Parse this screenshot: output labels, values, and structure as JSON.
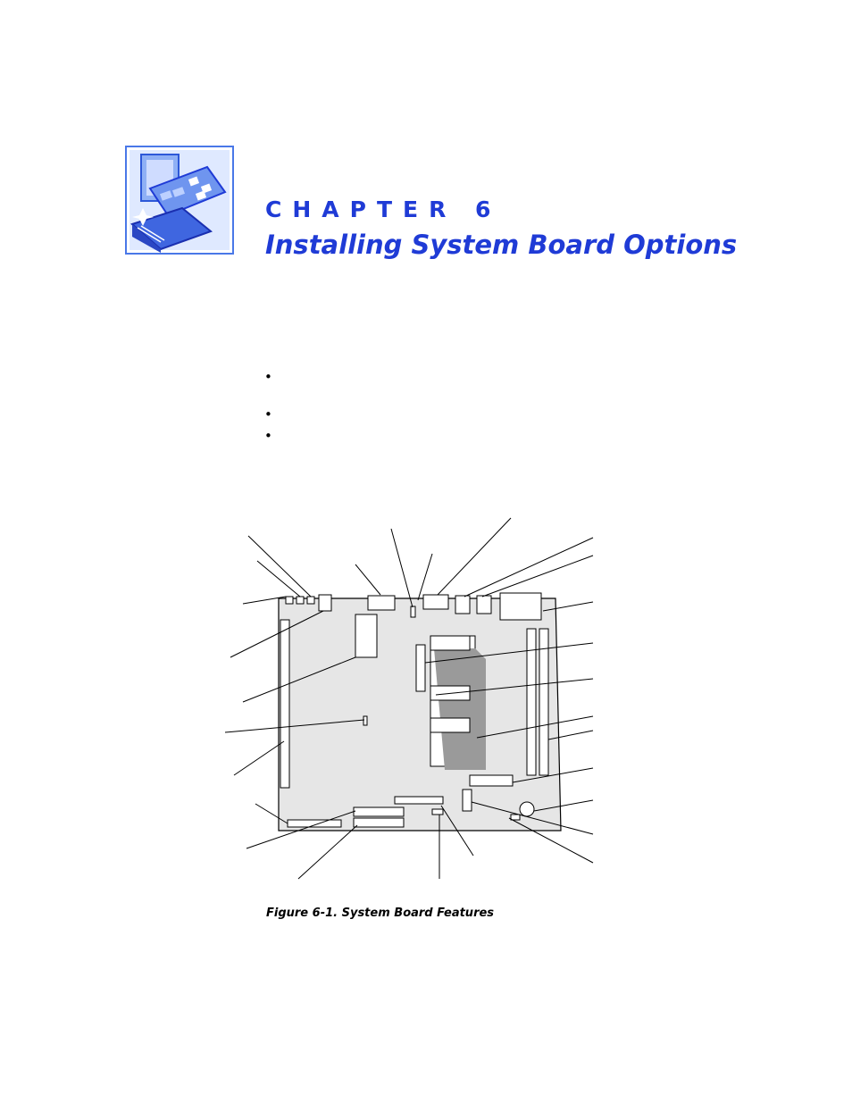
{
  "chapter": {
    "label": "CHAPTER 6",
    "title": "Installing System Board Options"
  },
  "bullets": [
    "•",
    "•",
    "•"
  ],
  "figure": {
    "caption": "Figure 6-1.  System Board Features"
  },
  "colors": {
    "accent": "#1f3bd6",
    "icon_blue": "#4a78e8",
    "board_gray": "#e6e6e6"
  }
}
